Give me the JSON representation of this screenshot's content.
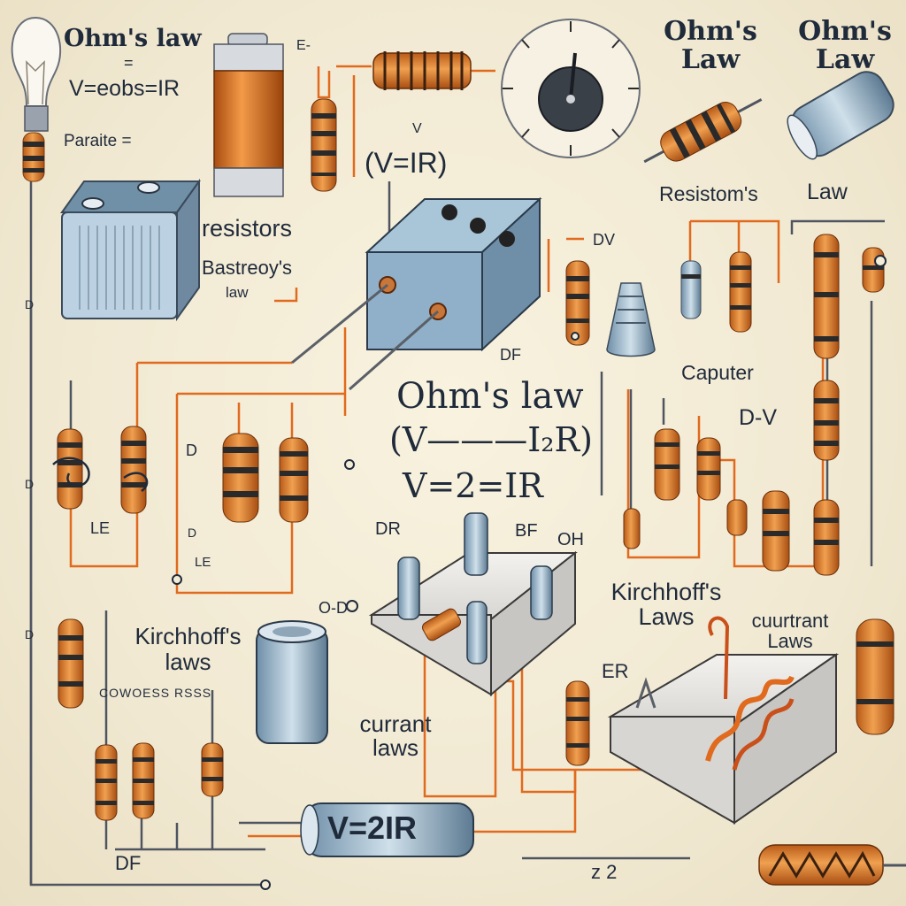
{
  "labels": {
    "ohms_tl": "Ohm's law",
    "eq_tl1": "=",
    "eq_tl2": "V=eobs=IR",
    "paralle": "Paraite =",
    "resistors": "resistors",
    "bastreoys": "Bastreoy's",
    "law_small": "law",
    "top_e": "E-",
    "vir_top": "(V=IR)",
    "v_top": "V",
    "ohms_tr1": "Ohm's Law",
    "ohms_tr2": "Ohm's Law",
    "resistoms": "Resistom's",
    "law_r": "Law",
    "dv_top": "DV",
    "df_mid": "DF",
    "caputer": "Caputer",
    "ohms_center": "Ohm's law",
    "eq_center1": "(V———I₂R)",
    "eq_center2": "V=2=IR",
    "d_v_right": "D-V",
    "dr_mid": "DR",
    "bf_mid": "BF",
    "oh_mid": "OH",
    "d_left1": "D",
    "d_left2": "D",
    "d_left3": "D",
    "d_left4": "D",
    "le": "LE",
    "d_small": "D",
    "le2": "LE",
    "od": "O-D",
    "kirch_left": "Kirchhoff's laws",
    "cowoes": "COWOESS RSSS",
    "kirch_right": "Kirchhoff's Laws",
    "currant_center": "currant laws",
    "cuurtrant": "cuurtrant Laws",
    "er": "ER",
    "df_bottom": "DF",
    "vir_bottom": "V=2IR",
    "z2": "z 2"
  },
  "colors": {
    "background": "#f3ecd6",
    "ink": "#1f2a3a",
    "wire_orange": "#e06a1e",
    "wire_grey": "#5a5f68",
    "resistor_body": "#e3893a",
    "resistor_band": "#2a2a2a",
    "metal_blue": "#8fb0c8"
  }
}
